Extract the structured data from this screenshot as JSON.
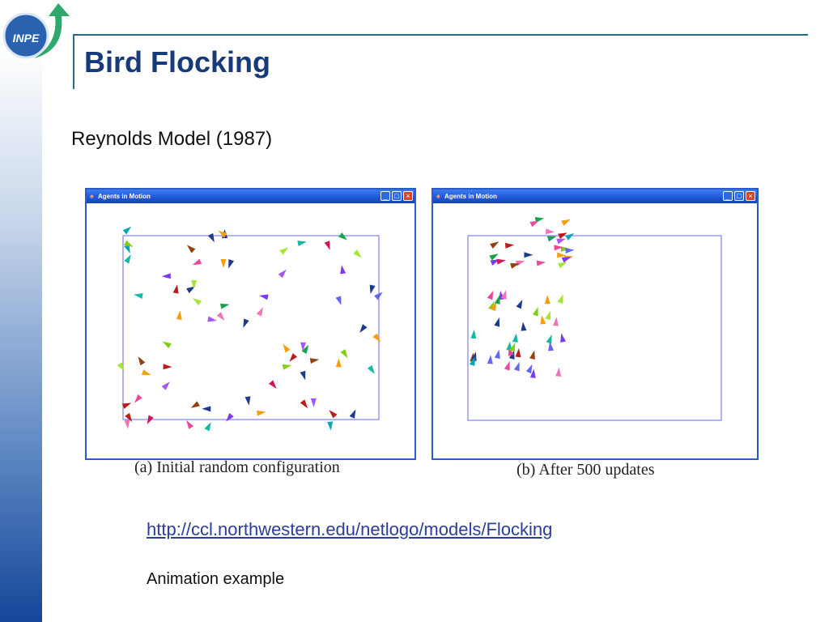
{
  "slide": {
    "logo_text": "INPE",
    "title": "Bird Flocking",
    "subtitle": "Reynolds Model (1987)",
    "link_text": "http://ccl.northwestern.edu/netlogo/models/Flocking",
    "note": "Animation example"
  },
  "colors": {
    "title": "#163a7a",
    "rule": "#2d6a86",
    "frame": "#8080ee",
    "window_border": "#2a5bc8",
    "link": "#2a3e9b"
  },
  "panels": [
    {
      "window_title": "Agents in Motion",
      "caption": "(a) Initial random configuration",
      "icons": [
        "minimize-icon",
        "maximize-icon",
        "close-icon"
      ]
    },
    {
      "window_title": "Agents in Motion",
      "caption": "(b) After 500 updates",
      "icons": [
        "minimize-icon",
        "maximize-icon",
        "close-icon"
      ]
    }
  ]
}
